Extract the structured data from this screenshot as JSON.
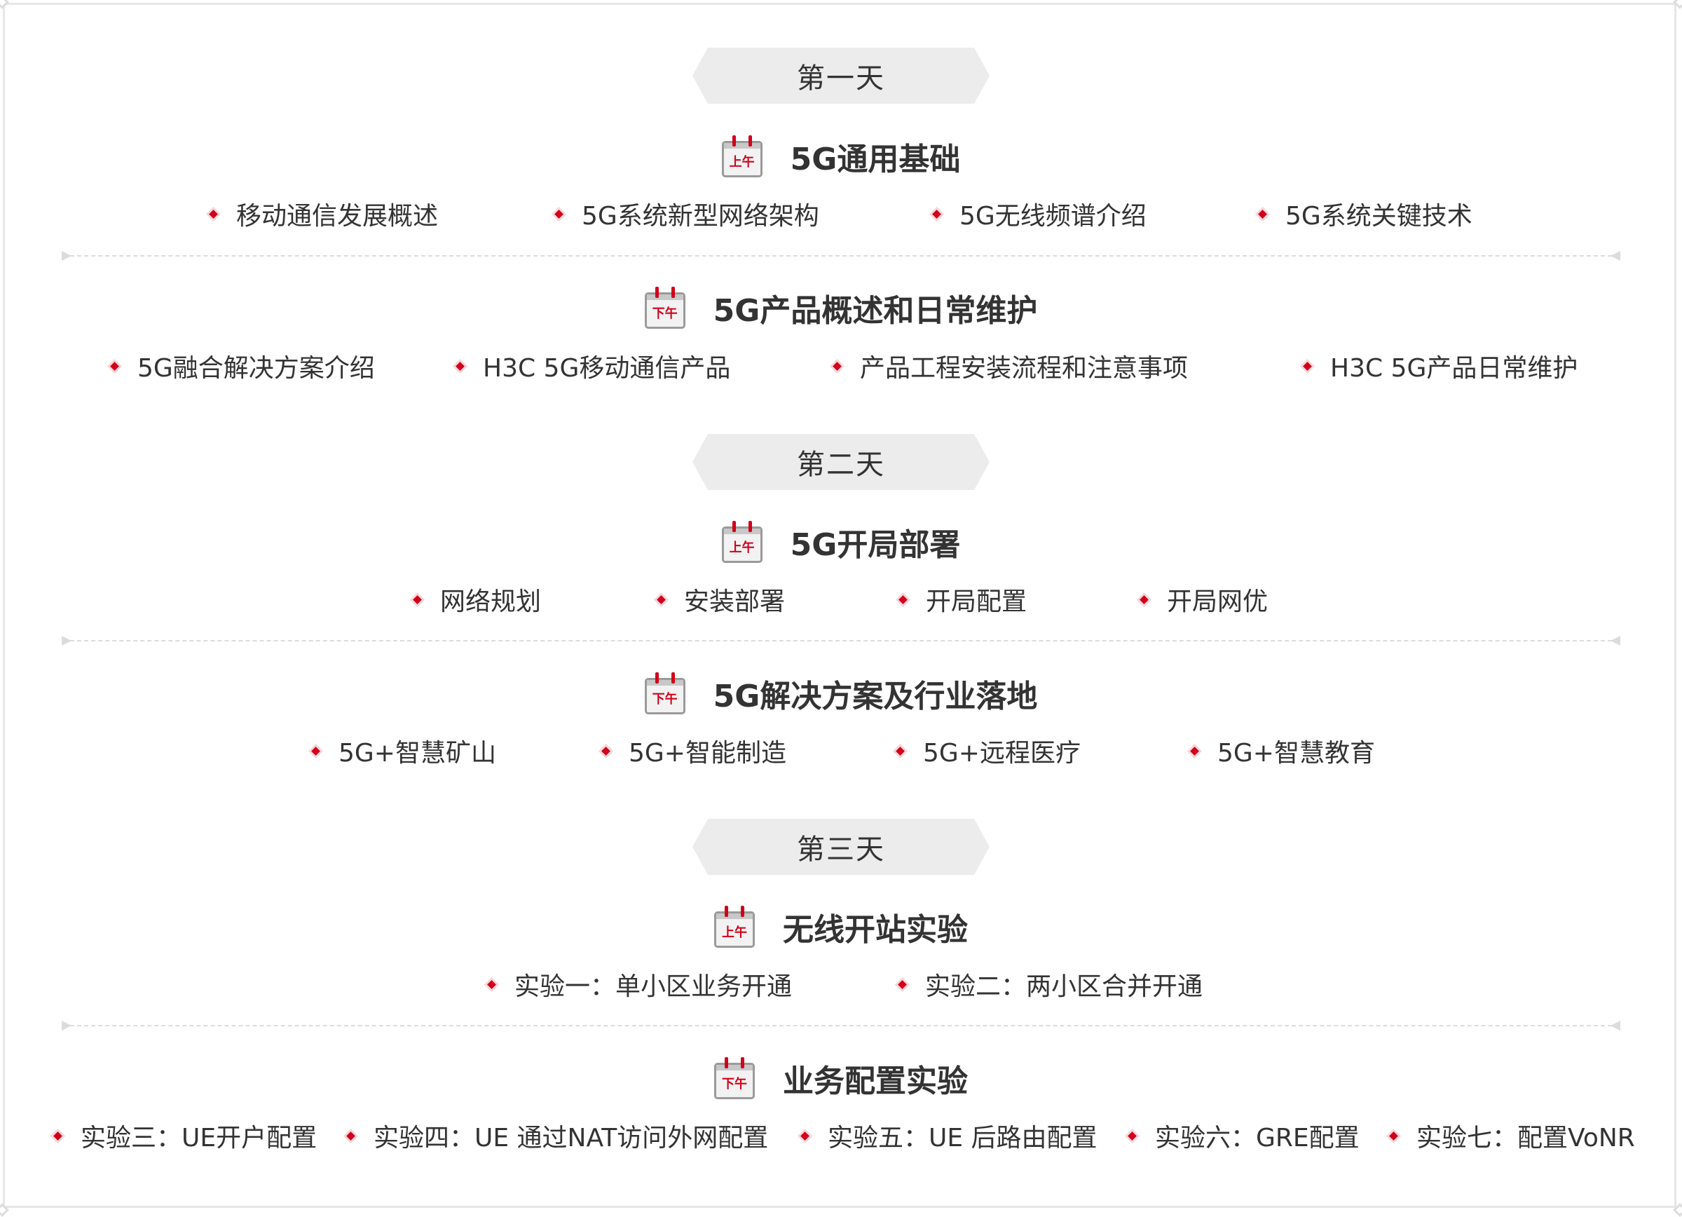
{
  "days": [
    {
      "label": "第一天",
      "sessions": [
        {
          "period": "上午",
          "title": "5G通用基础",
          "items": [
            "移动通信发展概述",
            "5G系统新型网络架构",
            "5G无线频谱介绍",
            "5G系统关键技术"
          ]
        },
        {
          "period": "下午",
          "title": "5G产品概述和日常维护",
          "items": [
            "5G融合解决方案介绍",
            "H3C 5G移动通信产品",
            "产品工程安装流程和注意事项",
            "H3C 5G产品日常维护"
          ]
        }
      ]
    },
    {
      "label": "第二天",
      "sessions": [
        {
          "period": "上午",
          "title": "5G开局部署",
          "items": [
            "网络规划",
            "安装部署",
            "开局配置",
            "开局网优"
          ]
        },
        {
          "period": "下午",
          "title": "5G解决方案及行业落地",
          "items": [
            "5G+智慧矿山",
            "5G+智能制造",
            "5G+远程医疗",
            "5G+智慧教育"
          ]
        }
      ]
    },
    {
      "label": "第三天",
      "sessions": [
        {
          "period": "上午",
          "title": "无线开站实验",
          "items": [
            "实验一：单小区业务开通",
            "实验二：两小区合并开通"
          ]
        },
        {
          "period": "下午",
          "title": "业务配置实验",
          "items": [
            "实验三：UE开户配置",
            "实验四：UE 通过NAT访问外网配置",
            "实验五：UE 后路由配置",
            "实验六：GRE配置",
            "实验七：配置VoNR"
          ]
        }
      ]
    }
  ]
}
